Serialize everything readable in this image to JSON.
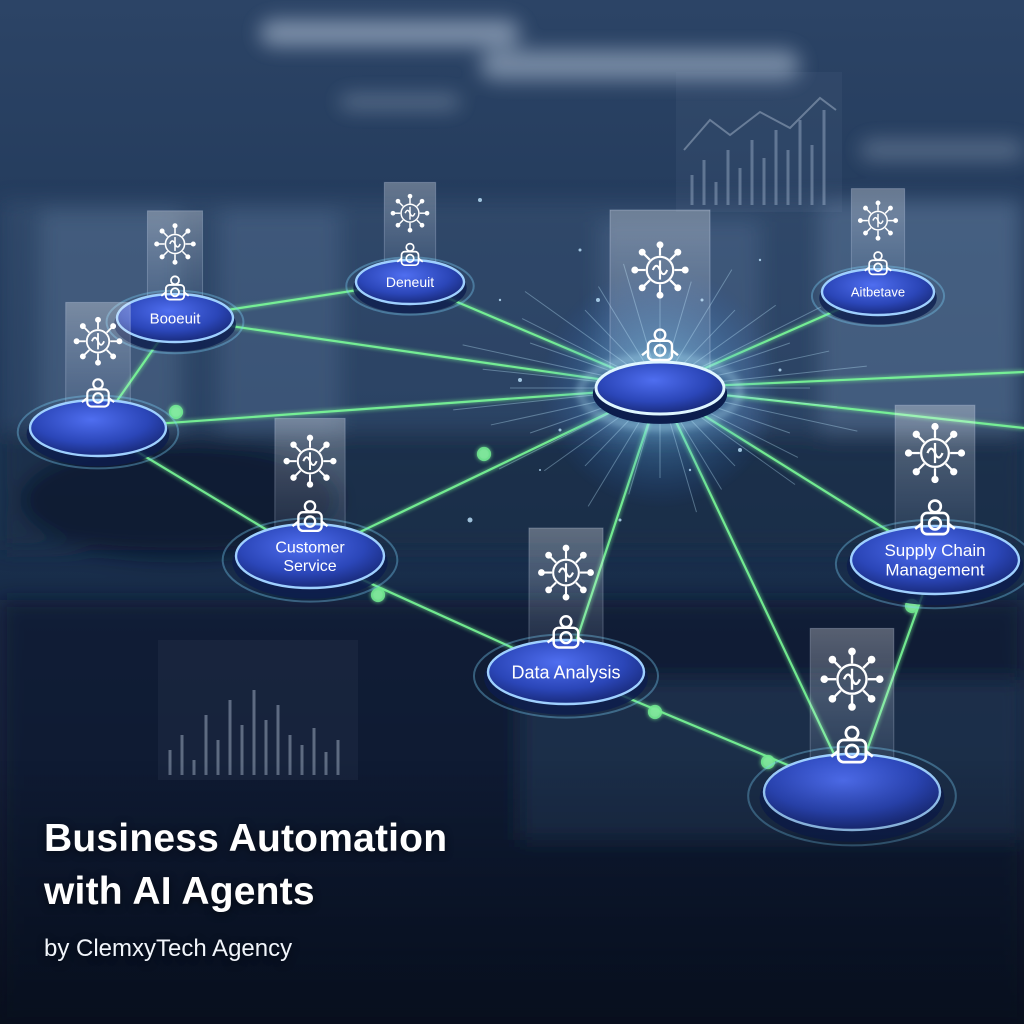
{
  "caption": {
    "title_line1": "Business Automation",
    "title_line2": "with AI Agents",
    "byline": "by ClemxyTech Agency"
  },
  "nodes": {
    "top_left_label": "Booeuit",
    "top_center_label": "Deneuit",
    "right_top_label": "Aitbetave",
    "customer_service": [
      "Customer",
      "Service"
    ],
    "data_analysis": "Data Analysis",
    "supply_chain": [
      "Supply Chain",
      "Management"
    ]
  },
  "colors": {
    "background": "#0d1c33",
    "node_fill": "#2b46b8",
    "node_rim": "#9fd0ff",
    "link_line": "#7dff9a",
    "hub_glow": "#7fd6ff"
  },
  "icons": {
    "agent_brain": "brain-circuit-icon",
    "agent_robot": "robot-icon"
  }
}
